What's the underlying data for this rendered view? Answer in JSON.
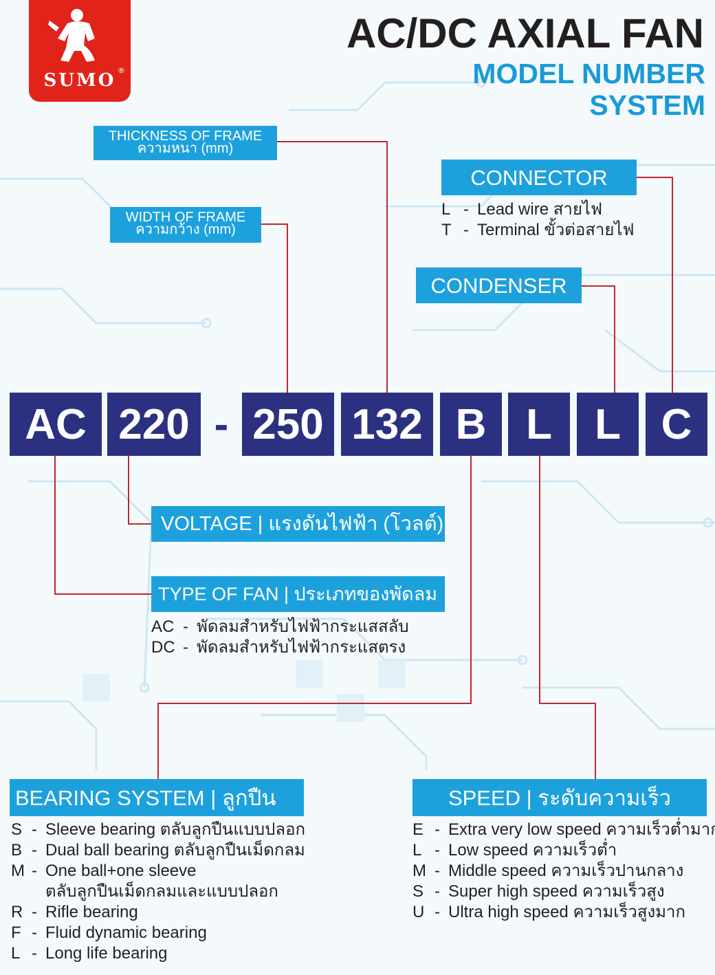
{
  "colors": {
    "accent_blue": "#1da1dd",
    "code_navy": "#2b3180",
    "line_red": "#c1272d",
    "logo_red": "#e2231a"
  },
  "logo": {
    "word": "SUMO",
    "reg": "®",
    "icon": "sumo-wrestler-icon"
  },
  "title": {
    "main": "AC/DC AXIAL FAN",
    "sub1": "MODEL NUMBER",
    "sub2": "SYSTEM"
  },
  "code": {
    "type": "AC",
    "voltage": "220",
    "dash": "-",
    "width": "250",
    "thickness": "132",
    "bearing": "B",
    "speed": "L",
    "connector": "L",
    "condenser": "C"
  },
  "labels": {
    "thickness_en": "THICKNESS OF FRAME",
    "thickness_th": "ความหนา (mm)",
    "width_en": "WIDTH OF FRAME",
    "width_th": "ความกว้าง (mm)",
    "connector": "CONNECTOR",
    "condenser": "CONDENSER",
    "voltage": "VOLTAGE | แรงดันไฟฟ้า (โวลต์)",
    "type": "TYPE OF FAN | ประเภทของพัดลม",
    "bearing": "BEARING SYSTEM | ลูกปืน",
    "speed": "SPEED | ระดับความเร็ว"
  },
  "connector_options": [
    {
      "code": "L",
      "sep": "-",
      "text": "Lead wire สายไฟ"
    },
    {
      "code": "T",
      "sep": "-",
      "text": "Terminal ขั้วต่อสายไฟ"
    }
  ],
  "type_options": [
    {
      "code": "AC",
      "sep": "-",
      "text": "พัดลมสำหรับไฟฟ้ากระแสสลับ"
    },
    {
      "code": "DC",
      "sep": "-",
      "text": "พัดลมสำหรับไฟฟ้ากระแสตรง"
    }
  ],
  "bearing_options": [
    {
      "code": "S",
      "sep": "-",
      "text": "Sleeve bearing ตลับลูกปืนแบบปลอก"
    },
    {
      "code": "B",
      "sep": "-",
      "text": "Dual ball bearing ตลับลูกปืนเม็ดกลม"
    },
    {
      "code": "M",
      "sep": "-",
      "text": "One ball+one sleeve"
    },
    {
      "code": "",
      "sep": "",
      "text": "ตลับลูกปืนเม็ดกลมและแบบปลอก"
    },
    {
      "code": "R",
      "sep": "-",
      "text": "Rifle bearing"
    },
    {
      "code": "F",
      "sep": "-",
      "text": "Fluid dynamic bearing"
    },
    {
      "code": "L",
      "sep": "-",
      "text": "Long life bearing"
    }
  ],
  "speed_options": [
    {
      "code": "E",
      "sep": "-",
      "text": "Extra very low speed ความเร็วต่ำมาก"
    },
    {
      "code": "L",
      "sep": "-",
      "text": "Low speed ความเร็วต่ำ"
    },
    {
      "code": "M",
      "sep": "-",
      "text": "Middle speed ความเร็วปานกลาง"
    },
    {
      "code": "S",
      "sep": "-",
      "text": "Super high speed ความเร็วสูง"
    },
    {
      "code": "U",
      "sep": "-",
      "text": "Ultra high speed ความเร็วสูงมาก"
    }
  ]
}
